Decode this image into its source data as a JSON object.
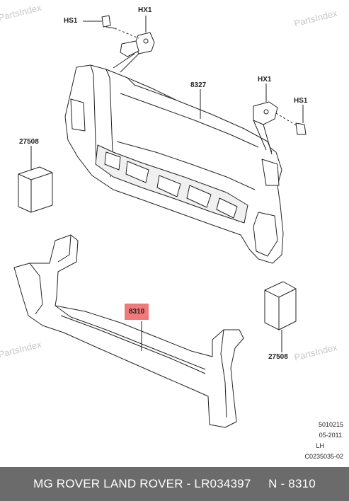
{
  "watermarks": [
    "PartsIndex",
    "PartsIndex",
    "PartsIndex",
    "PartsIndex"
  ],
  "callouts": {
    "hs1_top": "HS1",
    "hx1_top": "HX1",
    "part_8327": "8327",
    "hx1_right": "HX1",
    "hs1_right": "HS1",
    "part_27508_left": "27508",
    "part_8310": "8310",
    "part_27508_right": "27508"
  },
  "drawing_meta": {
    "code": "5010215",
    "date": "05-2011",
    "side": "LH",
    "ref": "C0235035-02"
  },
  "footer": {
    "brand": "MG ROVER LAND ROVER",
    "separator1": " - ",
    "part_number": "LR034397",
    "gap": "     ",
    "number_label": "N - 8310"
  },
  "colors": {
    "highlight": "#f07a7a",
    "footer_bg": "#6b6b6b"
  }
}
